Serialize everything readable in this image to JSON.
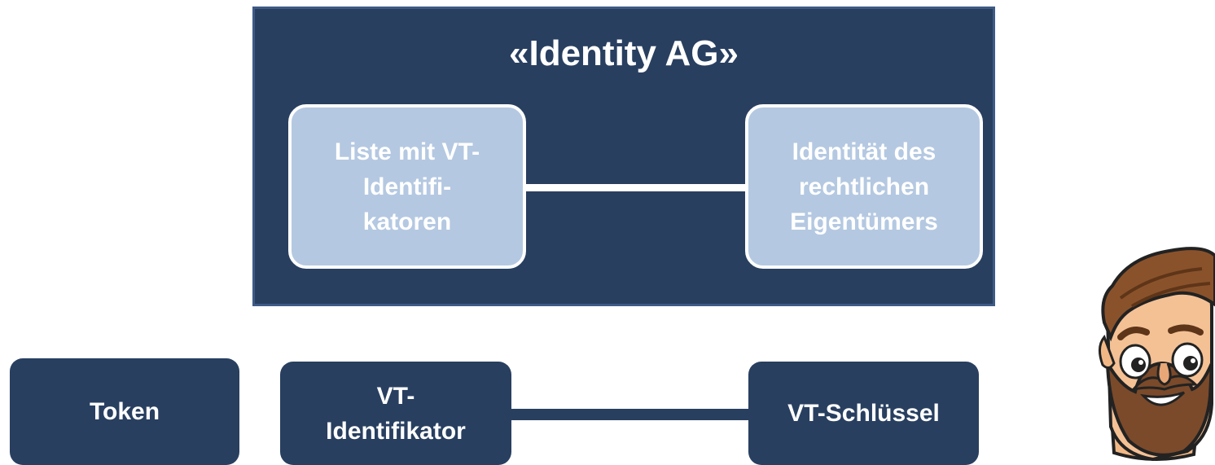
{
  "outer_group": {
    "title": "«Identity AG»",
    "left_box": "Liste mit VT-\nIdentifi-\nkatoren",
    "right_box": "Identität des\nrechtlichen\nEigentümers"
  },
  "bottom_row": {
    "token": "Token",
    "identifier": "VT-\nIdentifikator",
    "key": "VT-Schlüssel"
  },
  "colors": {
    "navy": "#283f60",
    "light_blue": "#b4c8e1",
    "white": "#ffffff"
  },
  "icons": [
    "bearded-man-avatar"
  ]
}
